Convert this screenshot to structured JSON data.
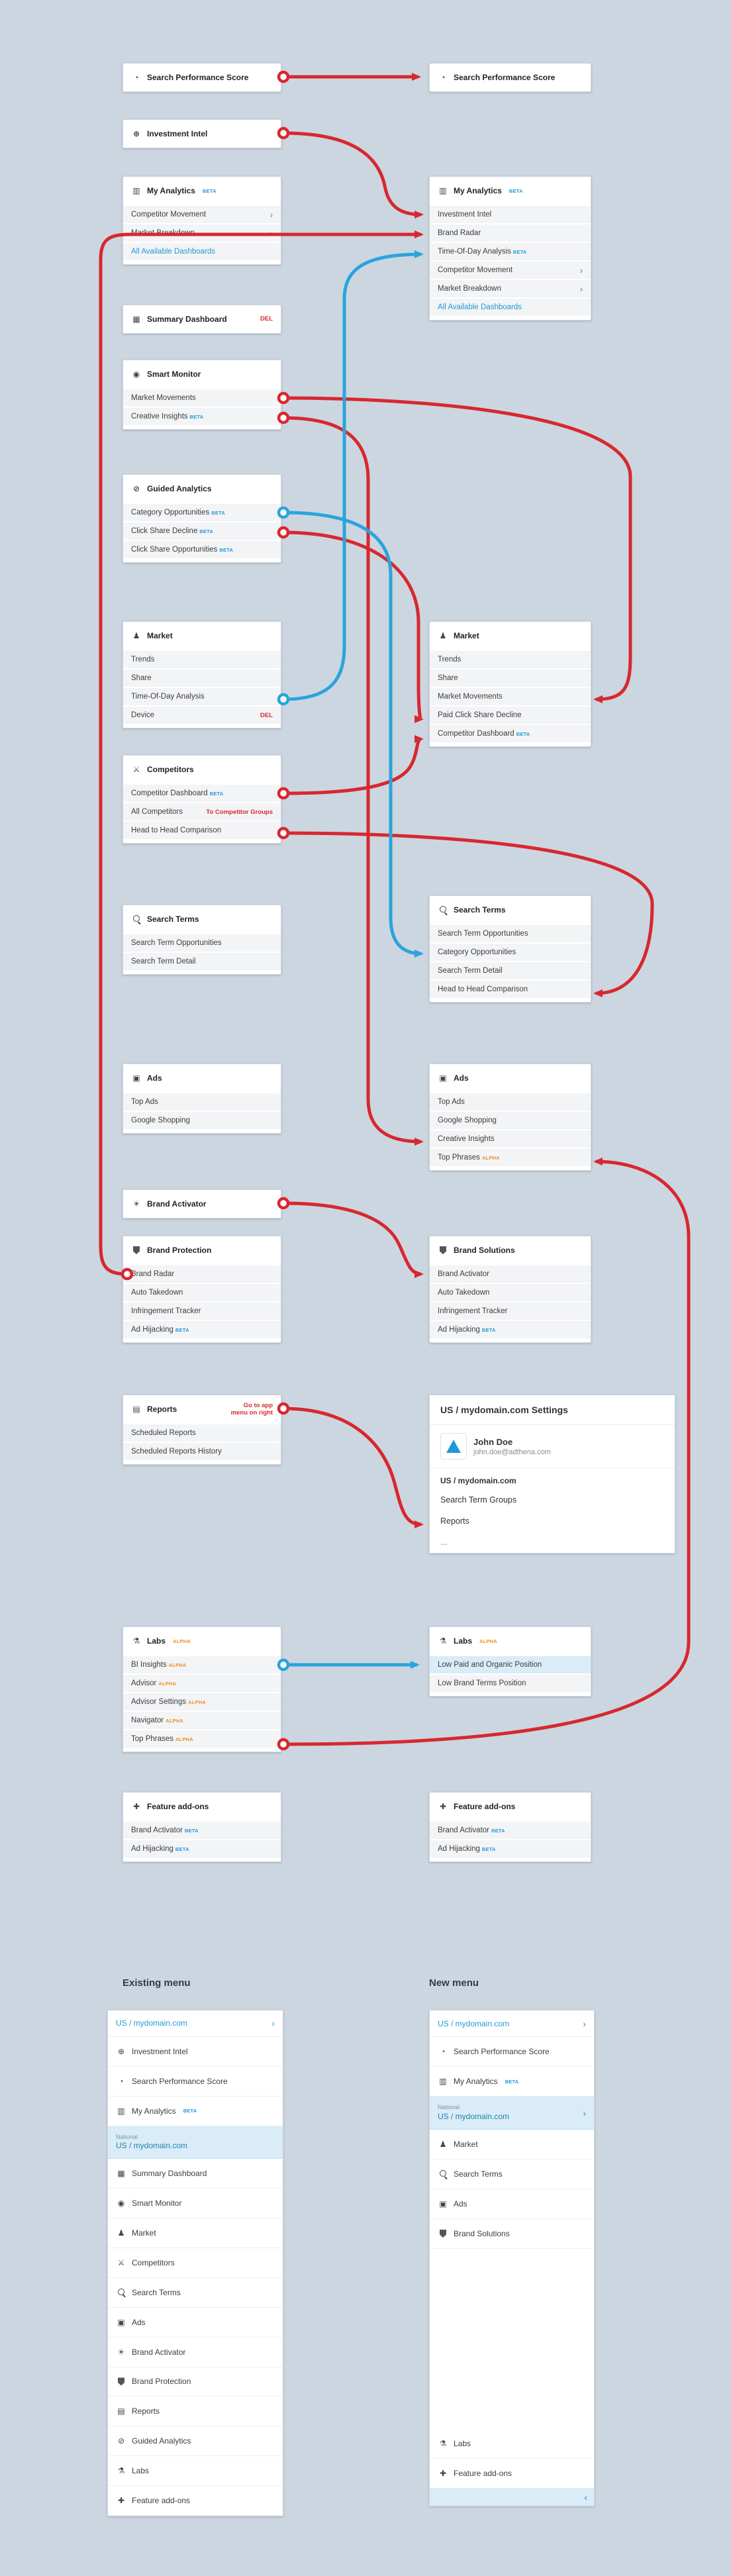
{
  "palette": {
    "background": "#ccd6e0",
    "arrow_red": "#d7282f",
    "arrow_blue": "#2aa4dd",
    "link_blue": "#1e9ad6",
    "badge_beta": "#1e9ad6",
    "badge_alpha": "#f08c1e"
  },
  "cards": {
    "sps_left": {
      "icon": "gauge",
      "title": "Search Performance Score",
      "items": []
    },
    "sps_right": {
      "icon": "gauge",
      "title": "Search Performance Score",
      "items": []
    },
    "investment_intel": {
      "icon": "globe",
      "title": "Investment Intel",
      "items": []
    },
    "my_analytics_left": {
      "icon": "chart",
      "title": "My Analytics",
      "title_badge": "BETA",
      "items": [
        {
          "label": "Competitor Movement",
          "chevron": true
        },
        {
          "label": "Market Breakdown",
          "chevron": true
        },
        {
          "label": "All Available Dashboards",
          "link": true
        }
      ]
    },
    "my_analytics_right": {
      "icon": "chart",
      "title": "My Analytics",
      "title_badge": "BETA",
      "items": [
        {
          "label": "Investment Intel"
        },
        {
          "label": "Brand Radar"
        },
        {
          "label": "Time-Of-Day Analysis",
          "badge": "BETA"
        },
        {
          "label": "Competitor Movement",
          "chevron": true
        },
        {
          "label": "Market Breakdown",
          "chevron": true
        },
        {
          "label": "All Available Dashboards",
          "link": true
        }
      ]
    },
    "summary_dashboard": {
      "icon": "grid",
      "title": "Summary Dashboard",
      "note": "DEL",
      "items": []
    },
    "smart_monitor": {
      "icon": "monitor",
      "title": "Smart Monitor",
      "items": [
        {
          "label": "Market Movements"
        },
        {
          "label": "Creative Insights",
          "badge": "BETA"
        }
      ]
    },
    "guided_analytics": {
      "icon": "compass",
      "title": "Guided Analytics",
      "items": [
        {
          "label": "Category Opportunities",
          "badge": "BETA"
        },
        {
          "label": "Click Share Decline",
          "badge": "BETA"
        },
        {
          "label": "Click Share Opportunities",
          "badge": "BETA"
        }
      ]
    },
    "market_left": {
      "icon": "market",
      "title": "Market",
      "items": [
        "Trends",
        "Share",
        "Time-Of-Day Analysis",
        {
          "label": "Device",
          "note": "DEL"
        }
      ]
    },
    "market_right": {
      "icon": "market",
      "title": "Market",
      "items": [
        "Trends",
        "Share",
        "Market Movements",
        "Paid Click Share Decline",
        {
          "label": "Competitor Dashboard",
          "badge": "BETA"
        }
      ]
    },
    "competitors": {
      "icon": "competitors",
      "title": "Competitors",
      "items": [
        {
          "label": "Competitor Dashboard",
          "badge": "BETA"
        },
        {
          "label": "All Competitors",
          "note": "To Competitor Groups"
        },
        {
          "label": "Head to Head Comparison"
        }
      ]
    },
    "search_terms_left": {
      "icon": "search",
      "title": "Search Terms",
      "items": [
        "Search Term Opportunities",
        "Search Term Detail"
      ]
    },
    "search_terms_right": {
      "icon": "search",
      "title": "Search Terms",
      "items": [
        "Search Term Opportunities",
        "Category Opportunities",
        "Search Term Detail",
        "Head to Head Comparison"
      ]
    },
    "ads_left": {
      "icon": "ads",
      "title": "Ads",
      "items": [
        "Top Ads",
        "Google Shopping"
      ]
    },
    "ads_right": {
      "icon": "ads",
      "title": "Ads",
      "items": [
        "Top Ads",
        "Google Shopping",
        "Creative Insights",
        {
          "label": "Top Phrases",
          "badge": "ALPHA"
        }
      ]
    },
    "brand_activator": {
      "icon": "sun",
      "title": "Brand Activator",
      "items": []
    },
    "brand_protection": {
      "icon": "shield",
      "title": "Brand Protection",
      "items": [
        "Brand Radar",
        "Auto Takedown",
        "Infringement Tracker",
        {
          "label": "Ad Hijacking",
          "badge": "BETA"
        }
      ]
    },
    "brand_solutions": {
      "icon": "shield",
      "title": "Brand Solutions",
      "items": [
        "Brand Activator",
        "Auto Takedown",
        "Infringement Tracker",
        {
          "label": "Ad Hijacking",
          "badge": "BETA"
        }
      ]
    },
    "reports": {
      "icon": "report",
      "title": "Reports",
      "note": "Go to app menu on right",
      "items": [
        "Scheduled Reports",
        "Scheduled Reports History"
      ]
    },
    "labs_left": {
      "icon": "flask",
      "title": "Labs",
      "title_badge": "ALPHA",
      "items": [
        {
          "label": "BI Insights",
          "badge": "ALPHA"
        },
        {
          "label": "Advisor",
          "badge": "ALPHA"
        },
        {
          "label": "Advisor Settings",
          "badge": "ALPHA"
        },
        {
          "label": "Navigator",
          "badge": "ALPHA"
        },
        {
          "label": "Top Phrases",
          "badge": "ALPHA"
        }
      ]
    },
    "labs_right": {
      "icon": "flask",
      "title": "Labs",
      "title_badge": "ALPHA",
      "items": [
        {
          "label": "Low Paid and Organic Position",
          "highlight": true
        },
        {
          "label": "Low Brand Terms Position"
        }
      ]
    },
    "addons_left": {
      "icon": "puzzle",
      "title": "Feature add-ons",
      "items": [
        {
          "label": "Brand Activator",
          "badge": "BETA"
        },
        {
          "label": "Ad Hijacking",
          "badge": "BETA"
        }
      ]
    },
    "addons_right": {
      "icon": "puzzle",
      "title": "Feature add-ons",
      "items": [
        {
          "label": "Brand Activator",
          "badge": "BETA"
        },
        {
          "label": "Ad Hijacking",
          "badge": "BETA"
        }
      ]
    }
  },
  "settings": {
    "title": "US / mydomain.com Settings",
    "user": {
      "name": "John Doe",
      "email": "john.doe@adthena.com"
    },
    "account": "US / mydomain.com",
    "items": [
      "Search Term Groups",
      "Reports",
      "..."
    ]
  },
  "bottom": {
    "existing_label": "Existing menu",
    "new_label": "New menu",
    "existing": {
      "items": [
        {
          "type": "header",
          "label": "US / mydomain.com",
          "chevron": true
        },
        {
          "icon": "globe",
          "label": "Investment Intel"
        },
        {
          "icon": "gauge",
          "label": "Search Performance Score"
        },
        {
          "icon": "chart",
          "label": "My Analytics",
          "badge": "BETA"
        },
        {
          "type": "account",
          "small": "National",
          "label": "US / mydomain.com"
        },
        {
          "icon": "grid",
          "label": "Summary Dashboard"
        },
        {
          "icon": "monitor",
          "label": "Smart Monitor"
        },
        {
          "icon": "market",
          "label": "Market"
        },
        {
          "icon": "competitors",
          "label": "Competitors"
        },
        {
          "icon": "search",
          "label": "Search Terms"
        },
        {
          "icon": "ads",
          "label": "Ads"
        },
        {
          "icon": "sun",
          "label": "Brand Activator"
        },
        {
          "icon": "shield",
          "label": "Brand Protection"
        },
        {
          "icon": "report",
          "label": "Reports"
        },
        {
          "icon": "compass",
          "label": "Guided Analytics"
        },
        {
          "icon": "flask",
          "label": "Labs"
        },
        {
          "icon": "puzzle",
          "label": "Feature add-ons"
        }
      ]
    },
    "new": {
      "items": [
        {
          "type": "header",
          "label": "US / mydomain.com",
          "chevron": true
        },
        {
          "icon": "gauge",
          "label": "Search Performance Score"
        },
        {
          "icon": "chart",
          "label": "My Analytics",
          "badge": "BETA"
        },
        {
          "type": "account",
          "small": "National",
          "label": "US / mydomain.com",
          "chevron": true
        },
        {
          "icon": "market",
          "label": "Market"
        },
        {
          "icon": "search",
          "label": "Search Terms"
        },
        {
          "icon": "ads",
          "label": "Ads"
        },
        {
          "icon": "shield",
          "label": "Brand Solutions"
        },
        {
          "type": "spacer"
        },
        {
          "icon": "flask",
          "label": "Labs"
        },
        {
          "icon": "puzzle",
          "label": "Feature add-ons"
        },
        {
          "type": "footer"
        }
      ]
    }
  }
}
